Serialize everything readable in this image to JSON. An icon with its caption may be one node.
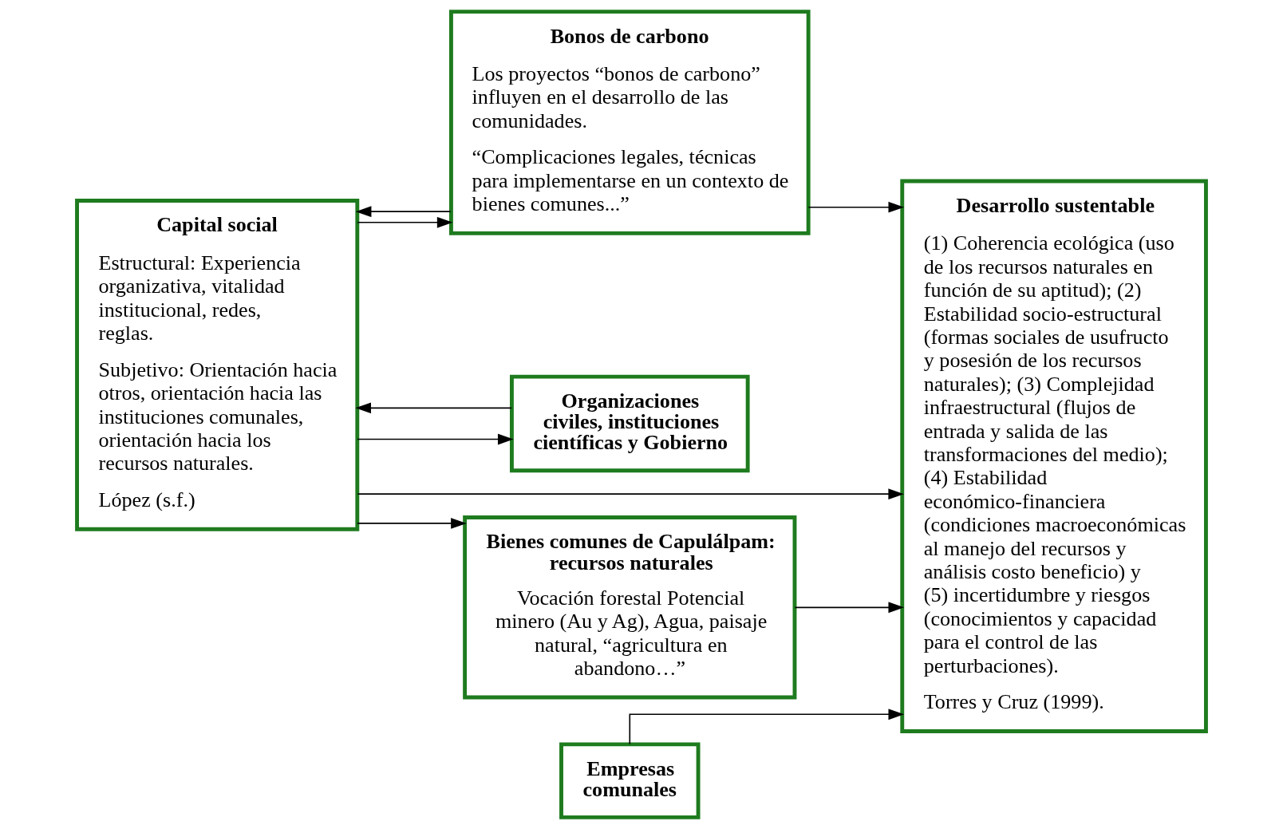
{
  "diagram": {
    "nodes": [
      {
        "text": [
          "Capital social",
          "Estructural: Experiencia organizativa, vitalidad institucional, redes, reglas.",
          "Subjetivo: Orientación hacia otros, orientación hacia las instituciones comunales, orientación hacia los recursos naturales.",
          "López (s.f.)"
        ]
      },
      {
        "text": [
          "Bonos de carbono",
          "Los proyectos “bonos de carbono” influyen en el desarrollo de las comunidades.",
          "“Complicaciones legales, técnicas para implementarse en un contexto de bienes comunes...”"
        ]
      },
      {
        "text": [
          "Desarrollo sustentable",
          "(1) Coherencia ecológica (uso de los recursos naturales en función de su aptitud); (2) Estabilidad socio-estructural (formas sociales de usufructo y posesión de los recursos naturales); (3) Complejidad infraestructural (flujos de entrada y salida de las transformaciones del medio); (4) Estabilidad económico-financiera (condiciones macroeconómicas al manejo del recursos y análisis costo beneficio) y (5) incertidumbre y riesgos (conocimientos y capacidad para el control de las perturbaciones).",
          "Torres y Cruz (1999)."
        ]
      },
      {
        "text": [
          "Organizaciones civiles, instituciones científicas y Gobierno"
        ]
      },
      {
        "text": [
          "Bienes comunes de Capulálpam: recursos naturales",
          "Vocación forestal Potencial minero (Au y Ag), Agua, paisaje natural, “agricultura en abandono…”"
        ]
      },
      {
        "text": [
          "Empresas comunales"
        ]
      }
    ],
    "edges": [
      {
        "from": 1,
        "to": 0,
        "arrow": "to"
      },
      {
        "from": 0,
        "to": 1,
        "arrow": "to"
      },
      {
        "from": 1,
        "to": 2,
        "arrow": "to"
      },
      {
        "from": 3,
        "to": 0,
        "arrow": "to"
      },
      {
        "from": 0,
        "to": 3,
        "arrow": "to"
      },
      {
        "from": 4,
        "to": 2,
        "arrow": "to"
      },
      {
        "from": 5,
        "to": 2,
        "arrow": "to"
      },
      {
        "from": 0,
        "to": 4,
        "arrow": "to"
      },
      {
        "from": 0,
        "to": 2,
        "arrow": "to"
      }
    ]
  }
}
